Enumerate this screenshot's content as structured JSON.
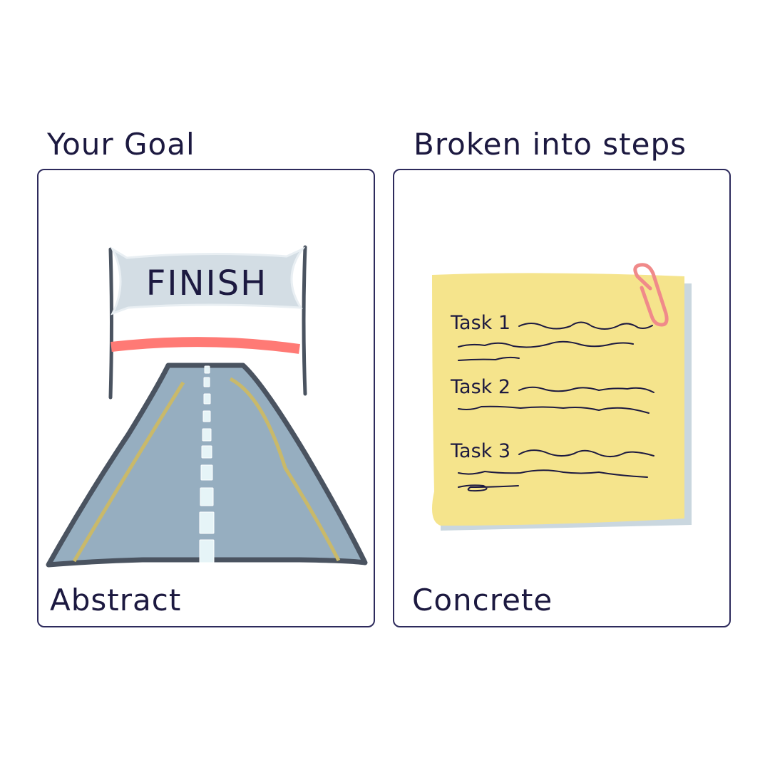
{
  "left": {
    "heading": "Your Goal",
    "banner_text": "FINISH",
    "label": "Abstract"
  },
  "right": {
    "heading": "Broken into steps",
    "tasks": [
      "Task 1",
      "Task 2",
      "Task 3"
    ],
    "label": "Concrete"
  },
  "colors": {
    "ink": "#1c1940",
    "panel_border": "#2d2a5c",
    "road": "#96aec0",
    "road_edge": "#4a5360",
    "road_line": "#c9b96a",
    "banner": "#d3dde4",
    "finish_tape": "#ff7a75",
    "sticky_note": "#f5e48c",
    "sticky_shadow": "#cad7df",
    "paperclip": "#f08a8a"
  },
  "icons": {
    "left": "road-to-finish-line-illustration",
    "right": "sticky-note-checklist-illustration"
  }
}
